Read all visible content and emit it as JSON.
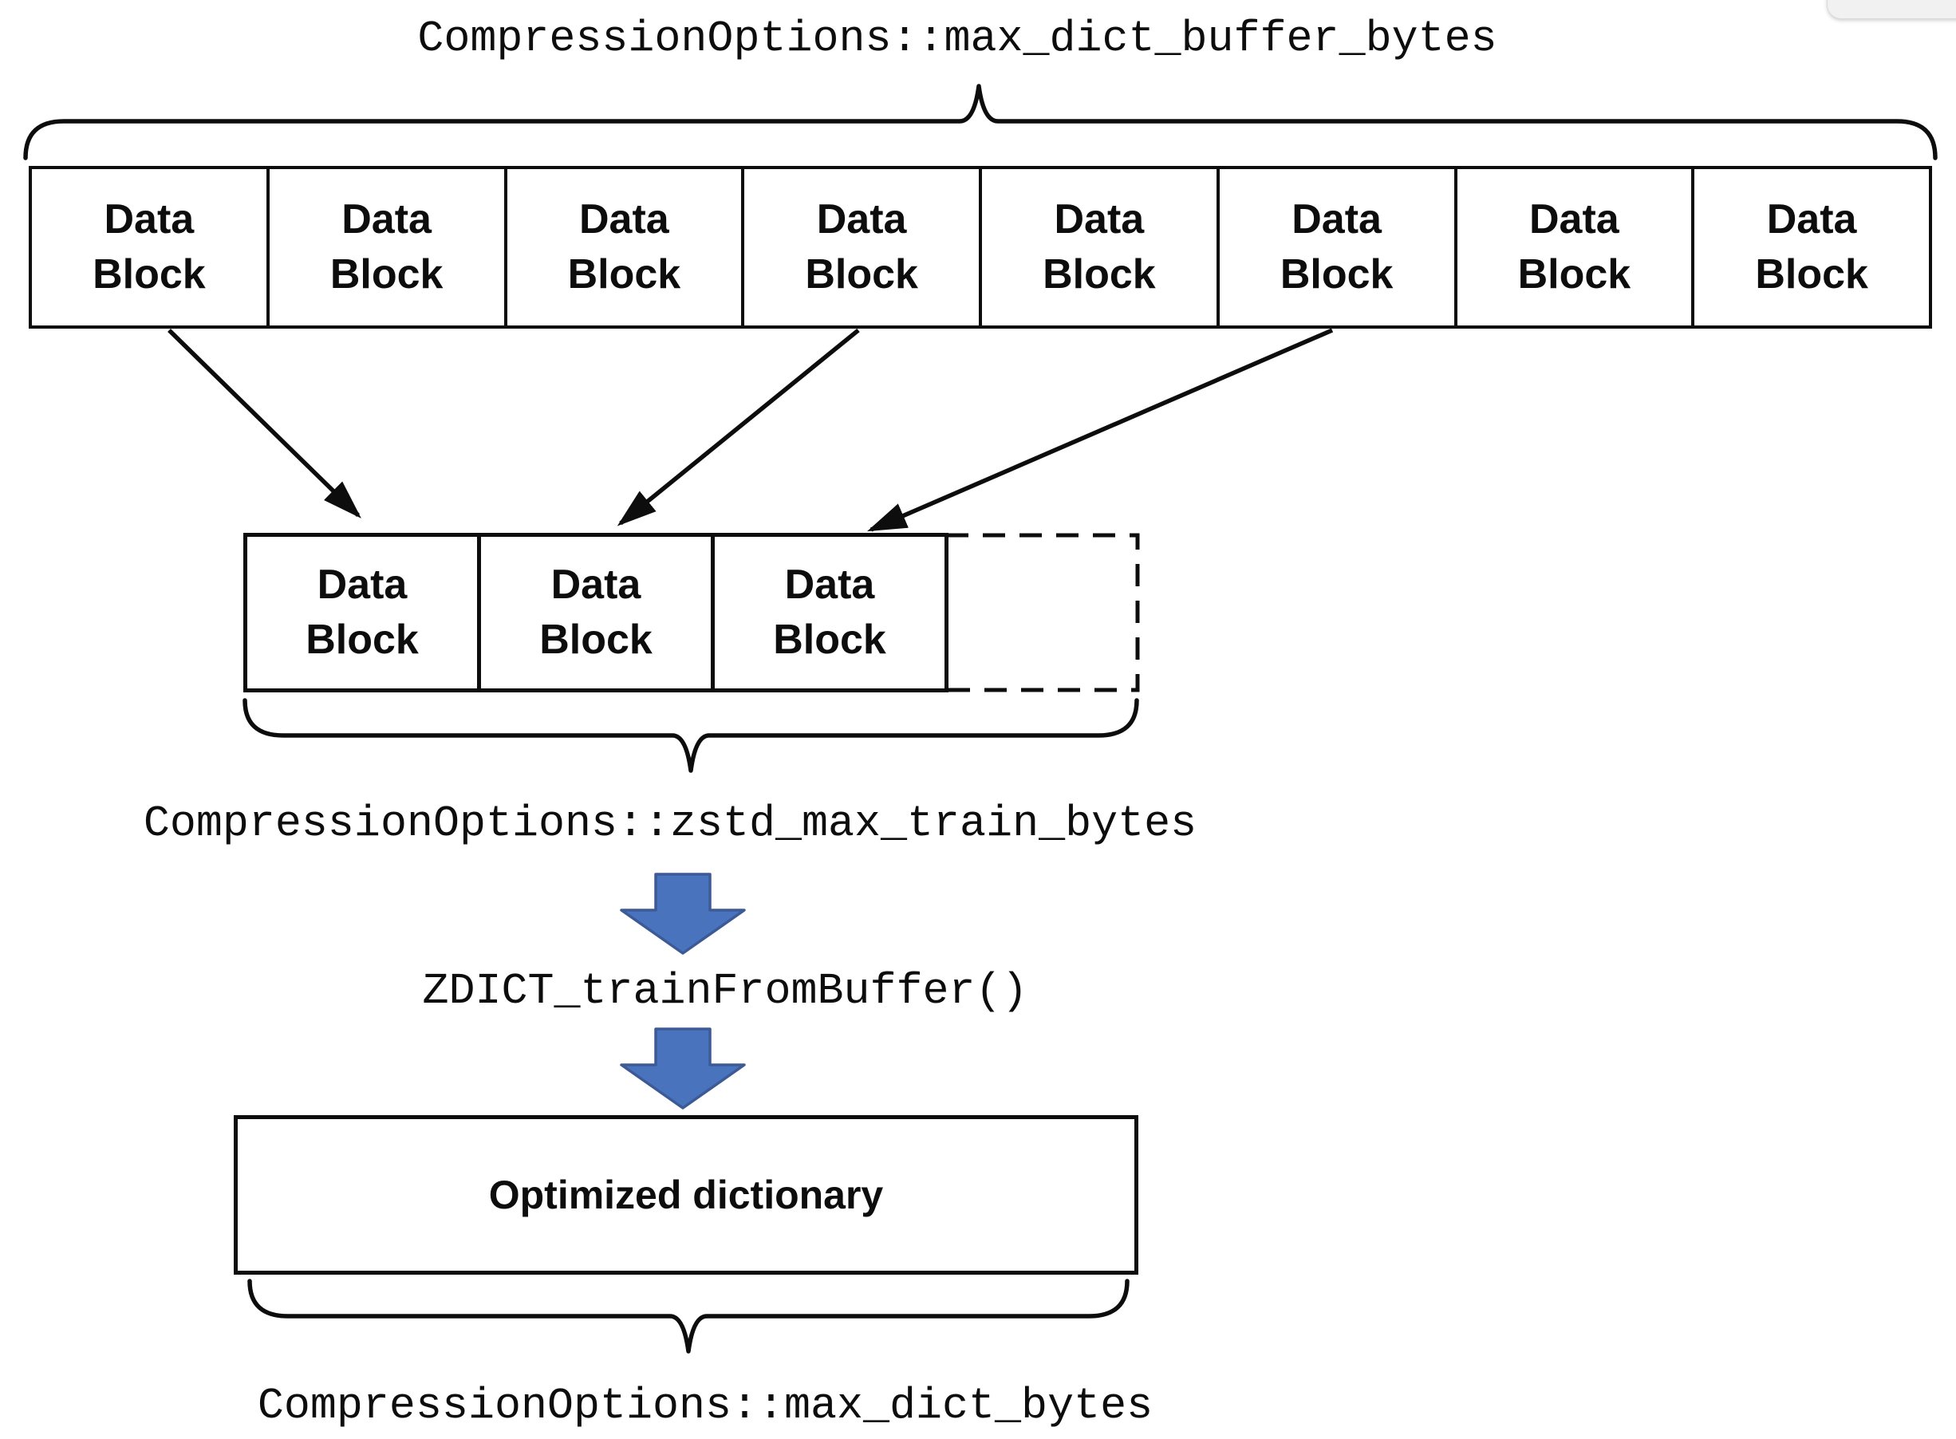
{
  "diagram": {
    "title": "CompressionOptions::max_dict_buffer_bytes",
    "buffer_row": {
      "blocks": [
        "Data\nBlock",
        "Data\nBlock",
        "Data\nBlock",
        "Data\nBlock",
        "Data\nBlock",
        "Data\nBlock",
        "Data\nBlock",
        "Data\nBlock"
      ]
    },
    "train_row": {
      "blocks": [
        "Data\nBlock",
        "Data\nBlock",
        "Data\nBlock"
      ],
      "empty_slot": ""
    },
    "train_label": "CompressionOptions::zstd_max_train_bytes",
    "function_label": "ZDICT_trainFromBuffer()",
    "dictionary_box_label": "Optimized dictionary",
    "dict_label": "CompressionOptions::max_dict_bytes",
    "colors": {
      "line": "#0d0d0d",
      "blue_arrow_fill": "#4a73be",
      "blue_arrow_border": "#3c5a96",
      "background": "#ffffff"
    },
    "icons": {
      "down_arrow_1": "block-down-arrow",
      "down_arrow_2": "block-down-arrow"
    }
  }
}
